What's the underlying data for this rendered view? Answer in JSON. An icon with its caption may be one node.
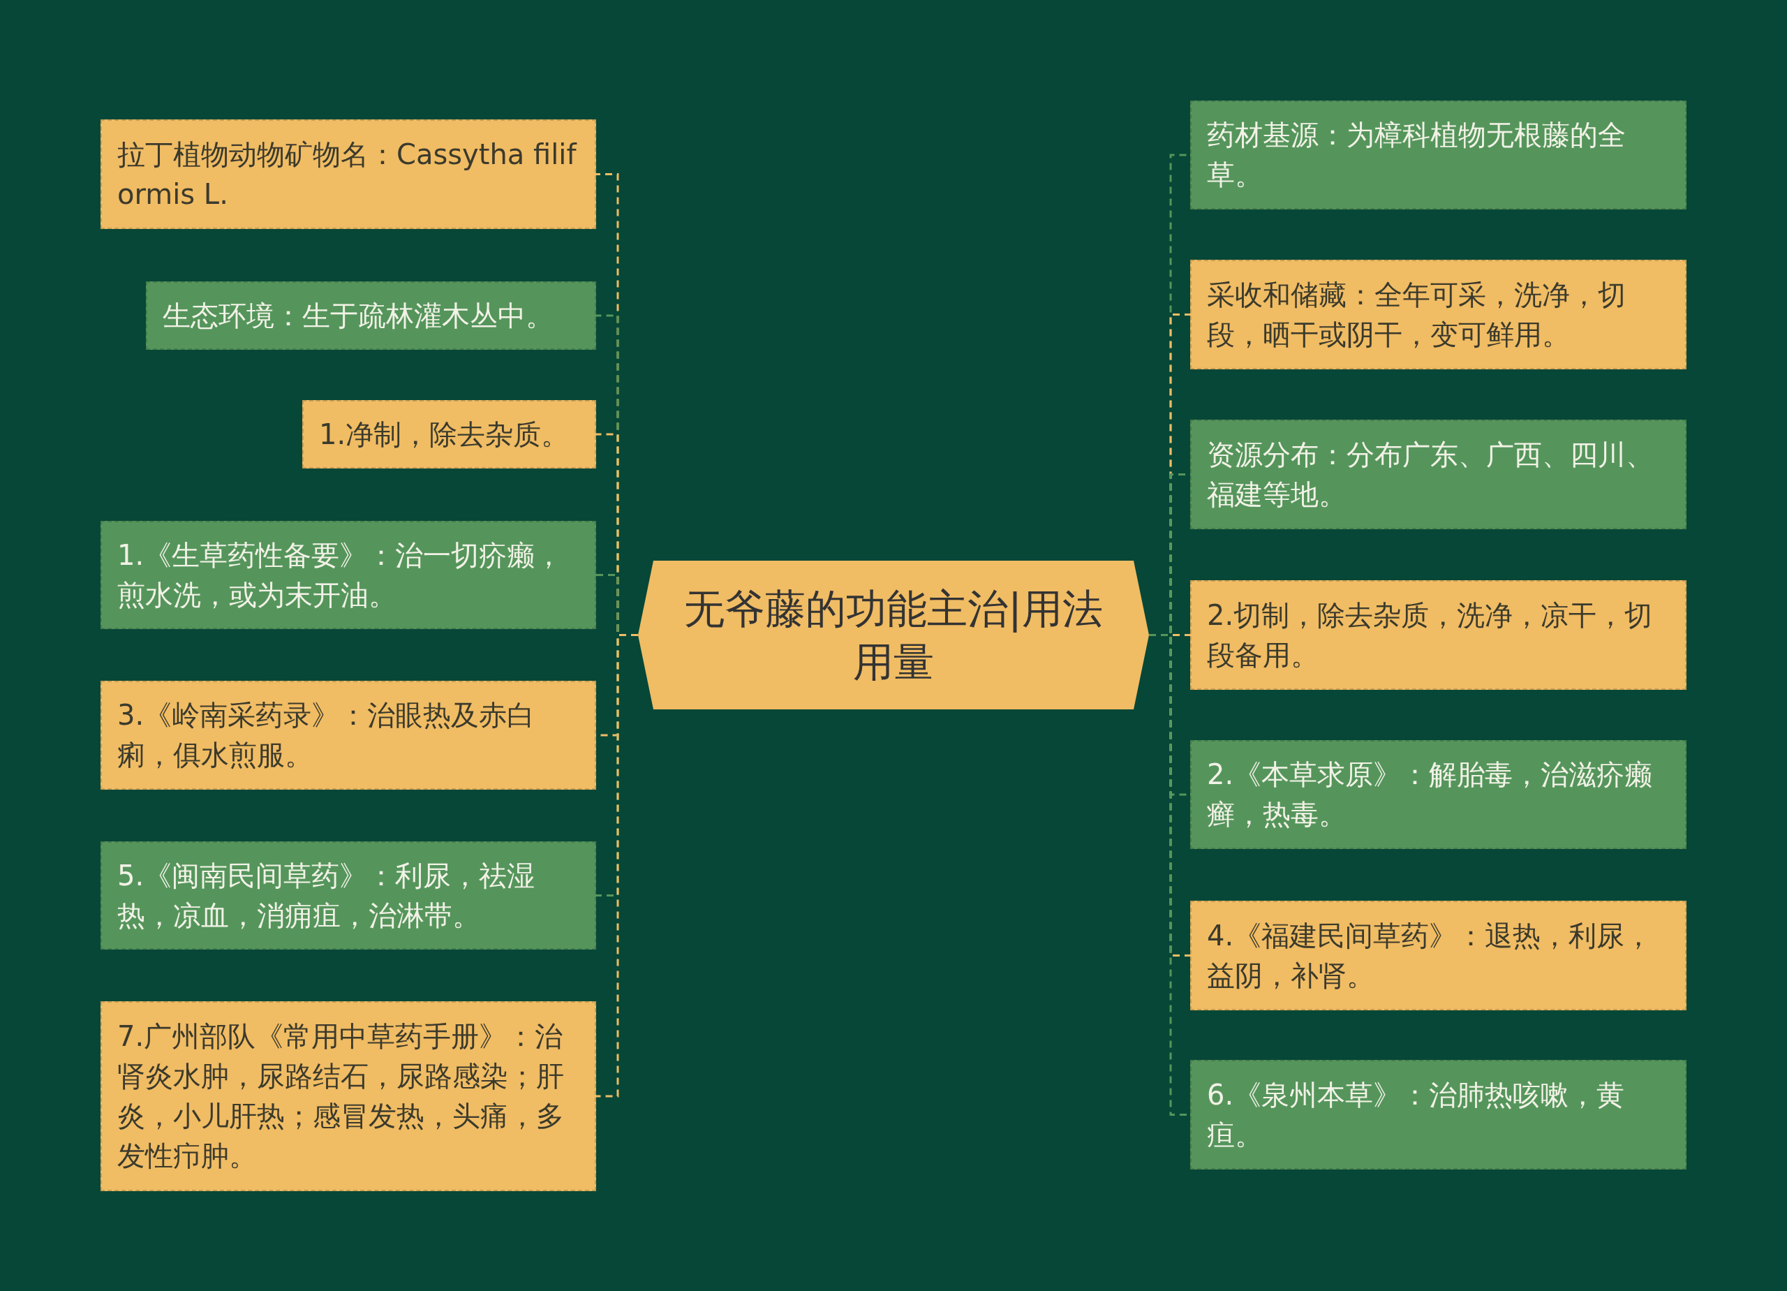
{
  "diagram": {
    "nodes": [
      {
        "text": [
          "无爷藤的功能主治|用法用量"
        ]
      },
      {
        "text": [
          "拉丁植物动物矿物名：Cassytha filiformis L."
        ]
      },
      {
        "text": [
          "生态环境：生于疏林灌木丛中。"
        ]
      },
      {
        "text": [
          "1.净制，除去杂质。"
        ]
      },
      {
        "text": [
          "1.《生草药性备要》：治一切疥癞，煎水洗，或为末开油。"
        ]
      },
      {
        "text": [
          "3.《岭南采药录》：治眼热及赤白痢，俱水煎服。"
        ]
      },
      {
        "text": [
          "5.《闽南民间草药》：利尿，祛湿热，凉血，消痈疽，治淋带。"
        ]
      },
      {
        "text": [
          "7.广州部队《常用中草药手册》：治肾炎水肿，尿路结石，尿路感染；肝炎，小儿肝热；感冒发热，头痛，多发性疖肿。"
        ]
      },
      {
        "text": [
          "药材基源：为樟科植物无根藤的全草。"
        ]
      },
      {
        "text": [
          "采收和储藏：全年可采，洗净，切段，晒干或阴干，变可鲜用。"
        ]
      },
      {
        "text": [
          "资源分布：分布广东、广西、四川、福建等地。"
        ]
      },
      {
        "text": [
          "2.切制，除去杂质，洗净，凉干，切段备用。"
        ]
      },
      {
        "text": [
          "2.《本草求原》：解胎毒，治滋疥癞癣，热毒。"
        ]
      },
      {
        "text": [
          "4.《福建民间草药》：退热，利尿，益阴，补肾。"
        ]
      },
      {
        "text": [
          "6.《泉州本草》：治肺热咳嗽，黄疸。"
        ]
      }
    ],
    "edges": [
      {
        "from": 0,
        "to": 1,
        "arrow": "none",
        "style": "dashed",
        "color": "#f0bc64"
      },
      {
        "from": 0,
        "to": 2,
        "arrow": "none",
        "style": "dashed",
        "color": "#55955c"
      },
      {
        "from": 0,
        "to": 3,
        "arrow": "none",
        "style": "dashed",
        "color": "#f0bc64"
      },
      {
        "from": 0,
        "to": 4,
        "arrow": "none",
        "style": "dashed",
        "color": "#55955c"
      },
      {
        "from": 0,
        "to": 5,
        "arrow": "none",
        "style": "dashed",
        "color": "#f0bc64"
      },
      {
        "from": 0,
        "to": 6,
        "arrow": "none",
        "style": "dashed",
        "color": "#55955c"
      },
      {
        "from": 0,
        "to": 7,
        "arrow": "none",
        "style": "dashed",
        "color": "#f0bc64"
      },
      {
        "from": 0,
        "to": 8,
        "arrow": "none",
        "style": "dashed",
        "color": "#55955c"
      },
      {
        "from": 0,
        "to": 9,
        "arrow": "none",
        "style": "dashed",
        "color": "#f0bc64"
      },
      {
        "from": 0,
        "to": 10,
        "arrow": "none",
        "style": "dashed",
        "color": "#55955c"
      },
      {
        "from": 0,
        "to": 11,
        "arrow": "none",
        "style": "dashed",
        "color": "#f0bc64"
      },
      {
        "from": 0,
        "to": 12,
        "arrow": "none",
        "style": "dashed",
        "color": "#55955c"
      },
      {
        "from": 0,
        "to": 13,
        "arrow": "none",
        "style": "dashed",
        "color": "#f0bc64"
      },
      {
        "from": 0,
        "to": 14,
        "arrow": "none",
        "style": "dashed",
        "color": "#55955c"
      }
    ]
  }
}
